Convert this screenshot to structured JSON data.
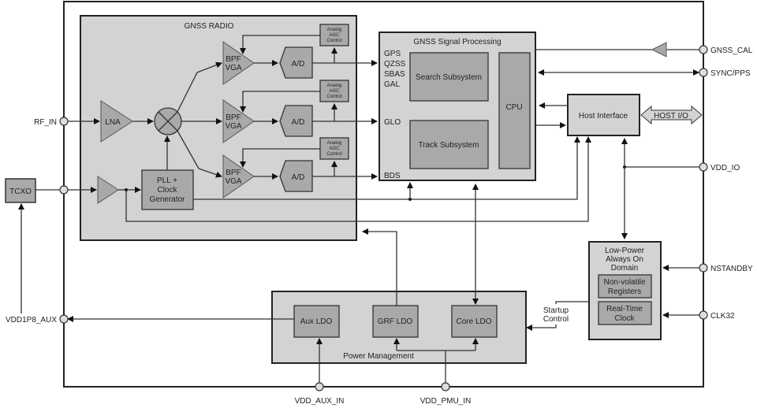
{
  "radio": {
    "title": "GNSS RADIO",
    "lna": "LNA",
    "bpf": [
      "BPF",
      "VGA"
    ],
    "ad": "A/D",
    "agc": [
      "Analog",
      "AGC",
      "Control"
    ],
    "pll": [
      "PLL +",
      "Clock",
      "Generator"
    ]
  },
  "tcxo": "TCXO",
  "gsp": {
    "title": "GNSS Signal Processing",
    "constellations": [
      "GPS",
      "QZSS",
      "SBAS",
      "GAL",
      "GLO",
      "BDS"
    ],
    "search": "Search Subsystem",
    "track": "Track Subsystem",
    "cpu": "CPU"
  },
  "host": {
    "label": "Host Interface",
    "io": "HOST I/O"
  },
  "lp": {
    "title": [
      "Low-Power",
      "Always On",
      "Domain"
    ],
    "nvr": [
      "Non-volatile",
      "Registers"
    ],
    "rtc": [
      "Real-Time",
      "Clock"
    ]
  },
  "startup": [
    "Startup",
    "Control"
  ],
  "pm": {
    "title": "Power Management",
    "aux": "Aux LDO",
    "grf": "GRF LDO",
    "core": "Core LDO"
  },
  "pins": {
    "rf_in": "RF_IN",
    "vdd1p8": "VDD1P8_AUX",
    "gnss_cal": "GNSS_CAL",
    "sync": "SYNC/PPS",
    "vdd_io": "VDD_IO",
    "nstandby": "NSTANDBY",
    "clk32": "CLK32",
    "vdd_aux_in": "VDD_AUX_IN",
    "vdd_pmu_in": "VDD_PMU_IN"
  }
}
